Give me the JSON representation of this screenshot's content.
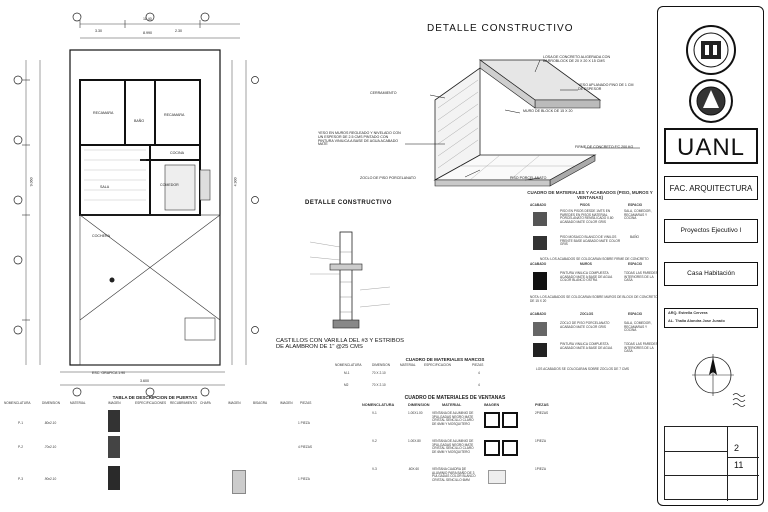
{
  "sheet": {
    "title_main": "DETALLE CONSTRUCTIVO",
    "title_secondary": "DETALLE CONSTRUCTIVO",
    "column_caption": "CASTILLOS CON VARILLA DEL #3 Y ESTRIBOS DE ALAMBRON DE 1\" @25 CMS",
    "floor_plan_caption": "ESC. GRAFICA 1:90"
  },
  "plan": {
    "dimensions": [
      "11.40",
      "8.990",
      "9.060",
      "4.900",
      "3.30",
      "2.30",
      "3.600"
    ],
    "rooms": [
      "RECAMARA",
      "BAÑO",
      "RECAMARA",
      "COCINA",
      "SALA",
      "COMEDOR",
      "COCHERA"
    ]
  },
  "detail_callouts": {
    "losa": "LOSA DE CONCRETO ALIGERADA CON BARROBLOCK DE 20 X 20 X 15 CMS",
    "yeso_fino": "YESO APLANADO FINO DE 1 CM DE ESPESOR",
    "muro": "MURO DE BLOCK DE 15 X 20",
    "cerramiento": "CERRAMIENTO",
    "yeso_muros": "YESO EN MUROS REGLEADO Y NIVELADO CON UN ESPESOR DE 2.5 CMS PINTADO CON PINTURA VINILICA A BASE DE AGUA ACABADO MATE",
    "firme": "FIRME DE CONCRETO F'C 200 KG",
    "zoclo": "ZOCLO DE PISO PORCELANATO",
    "piso": "PISO PORCELANATO"
  },
  "materials_table": {
    "title": "CUADRO DE MATERIALES Y ACABADOS (PISO, MUROS Y VENTANAS)",
    "headers": [
      "ACABADO",
      "PISOS",
      "ESPACIO"
    ],
    "rows": [
      {
        "desc": "PISO EN PISOS DESDE 1MTS EN PAREDES EN PISOS MATERIAL PORCELANATO RENSILICADO 0.80 ACABADO MATE COLOR GRIS",
        "space": "SALA, COMEDOR, RECAMARAS Y COCINA"
      },
      {
        "desc": "PISO MOSAICO BLANCO DE VINILOS FRENTE BASE ACABADO MATE COLOR GRIS",
        "space": "BAÑO"
      }
    ],
    "note1": "NOTA: LOS ACABADOS SE COLOCARAN SOBRE FIRME DE CONCRETO",
    "headers2": [
      "ACABADO",
      "MUROS",
      "ESPACIO"
    ],
    "rows2": [
      {
        "desc": "PINTURA VINILICA COMPUESTA ACABADO MATE A BASE DE AGUA COLOR BLANCO OSTRA",
        "space": "TODAS LAS PAREDES INTERIORES DE LA CASA"
      }
    ],
    "note2": "NOTA: LOS ACABADOS SE COLOCARAN SOBRE MUROS DE BLOCK DE CONCRETO DE 15 X 20",
    "headers3": [
      "ACABADO",
      "ZOCLOS",
      "ESPACIO"
    ],
    "rows3": [
      {
        "desc": "ZOCLO DE PISO PORCELANATO ACABADO MATE COLOR GRIS",
        "space": "SALA, COMEDOR, RECAMARAS Y COCINA"
      },
      {
        "desc": "PINTURA VINILICA COMPUESTA ACABADO MATE A BASE DE AGUA",
        "space": "TODAS LAS PAREDES INTERIORES DE LA CASA"
      }
    ],
    "note3": "LOS ACABADOS SE COLOCARAN SOBRE ZOCLOS DE 7 CMS"
  },
  "doors_table": {
    "title": "TABLA DE DESCRIPCION DE PUERTAS",
    "headers": [
      "NOMENCLATURA",
      "DIMENSION",
      "MATERIAL",
      "IMAGEN",
      "ESPECIFICACIONES",
      "RECUBRIMIENTO",
      "CHAPA",
      "IMAGEN",
      "BISAGRA",
      "IMAGEN",
      "PIEZAS"
    ],
    "rows": [
      {
        "id": "P-1",
        "dim": ".80x2.10",
        "pieces": "1 PIEZA"
      },
      {
        "id": "P-2",
        "dim": ".70x2.10",
        "pieces": "4 PIEZAS"
      },
      {
        "id": "P-3",
        "dim": ".90x2.10",
        "pieces": "1 PIEZA"
      }
    ]
  },
  "frames_table": {
    "title": "CUADRO DE MATERIALES MARCOS",
    "headers": [
      "NOMENCLATURA",
      "DIMENSION",
      "MATERIAL",
      "ESPECIFICACION",
      "PIEZAS"
    ],
    "rows": [
      {
        "id": "M-1",
        "dim": "70 X 2.10",
        "pieces": "4"
      },
      {
        "id": "M2",
        "dim": "70 X 2.10",
        "pieces": "4"
      }
    ]
  },
  "windows_table": {
    "title": "CUADRO DE MATERIALES DE VENTANAS",
    "headers": [
      "NOMENCLATURA",
      "DIMENSION",
      "MATERIAL",
      "IMAGEN",
      "PIEZAS"
    ],
    "rows": [
      {
        "id": "V-1",
        "dim": "1.00X1.00",
        "material": "VENTANA DE ALUMINIO DE 3PULGADAS NEGRO MATE CRISTAL SENCILLO CLARO DE 6MM Y MOSQUITERO",
        "pieces": "2PIEZAS"
      },
      {
        "id": "V-2",
        "dim": "1.00X.80",
        "material": "VENTANA DE ALUMINIO DE 3PULGADAS NEGRO MATE CRISTAL SENCILLO CLARO DE 6MM Y MOSQUITERO",
        "pieces": "1PIEZA"
      },
      {
        "id": "V-3",
        "dim": ".60X.60",
        "material": "VENTANA CUADRA DE ALUMINIO PARA BAÑO DE 3 PULGADAS COLOR BLANCO CRISTAL SENCILLO 6MM",
        "pieces": "1PIEZA"
      }
    ]
  },
  "title_block": {
    "university": "UANL",
    "faculty": "FAC. ARQUITECTURA",
    "project": "Proyectos Ejecutivo I",
    "building": "Casa Habitación",
    "student": "ARQ. Estrella Cervera",
    "teacher": "AL. Thalia Alondra Jose Jurado",
    "sheet_number": "2",
    "total_sheets": "11"
  }
}
